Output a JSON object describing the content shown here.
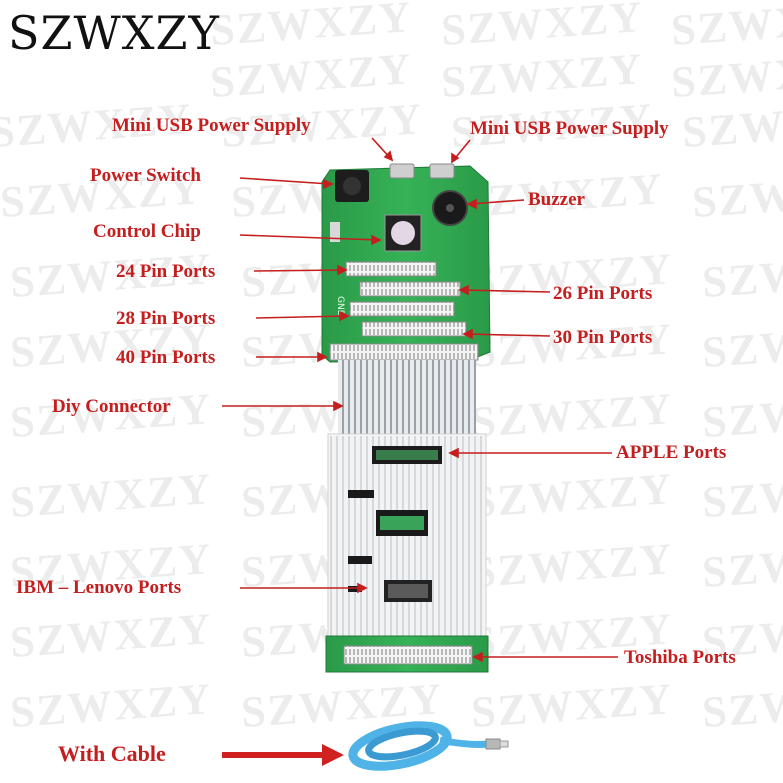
{
  "brand": "SZWXZY",
  "watermark": "SZWXZY",
  "labels": {
    "mini_usb_left": "Mini USB Power Supply",
    "mini_usb_right": "Mini USB Power Supply",
    "power_switch": "Power Switch",
    "buzzer": "Buzzer",
    "control_chip": "Control Chip",
    "pin24": "24 Pin Ports",
    "pin26": "26 Pin Ports",
    "pin28": "28 Pin Ports",
    "pin30": "30 Pin Ports",
    "pin40": "40 Pin Ports",
    "diy": "Diy Connector",
    "apple": "APPLE Ports",
    "ibm": "IBM – Lenovo Ports",
    "toshiba": "Toshiba Ports",
    "cable": "With Cable"
  },
  "board_text": {
    "gnd": "GND"
  },
  "colors": {
    "label_red": "#c41e1e",
    "pcb_green": "#2fa84f",
    "cable_blue": "#4fb3e8"
  }
}
